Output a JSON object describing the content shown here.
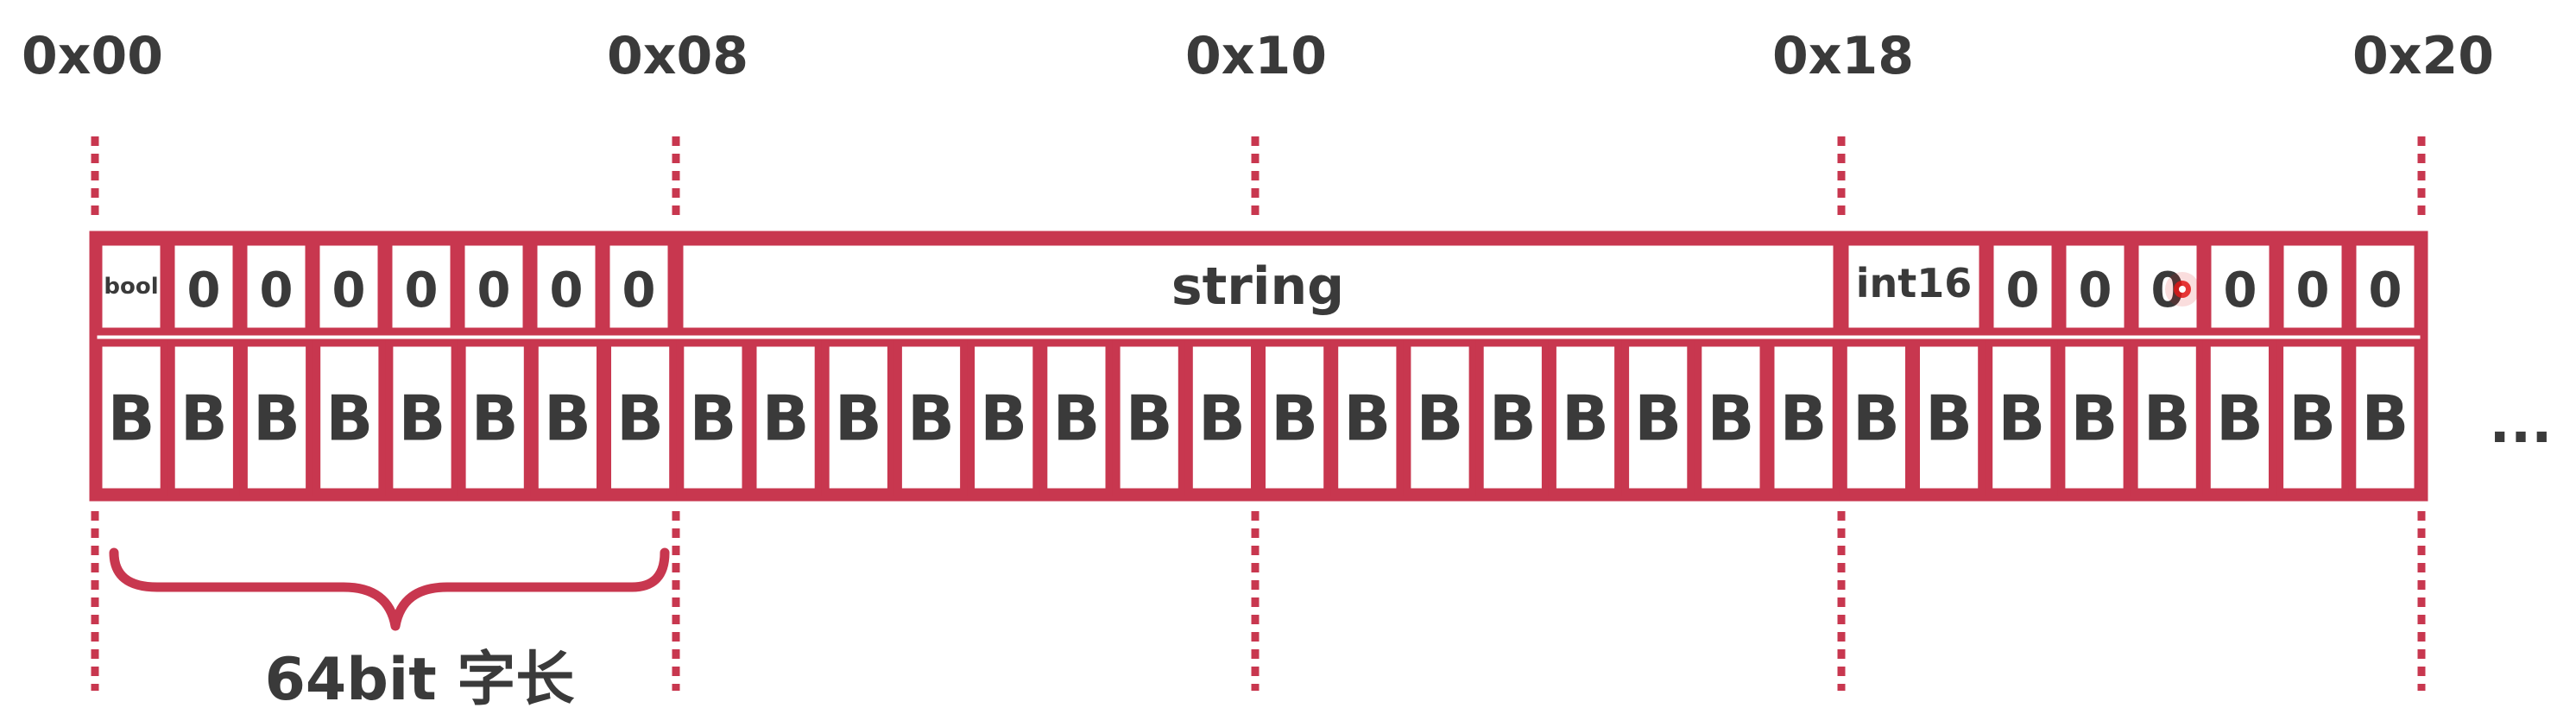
{
  "colors": {
    "accent": "#c8374f",
    "text": "#3a3a3a",
    "background": "#ffffff",
    "cursor": "#e01818"
  },
  "offsets": [
    "0x00",
    "0x08",
    "0x10",
    "0x18",
    "0x20"
  ],
  "fields": {
    "bool_label": "bool",
    "bool_padding": [
      "0",
      "0",
      "0",
      "0",
      "0",
      "0",
      "0"
    ],
    "string_label": "string",
    "int16_label": "int16",
    "int16_padding": [
      "0",
      "0",
      "0",
      "0",
      "0",
      "0"
    ]
  },
  "bytes": {
    "label": "B",
    "count": 32,
    "continuation": "..."
  },
  "brace_label": "64bit 字长"
}
